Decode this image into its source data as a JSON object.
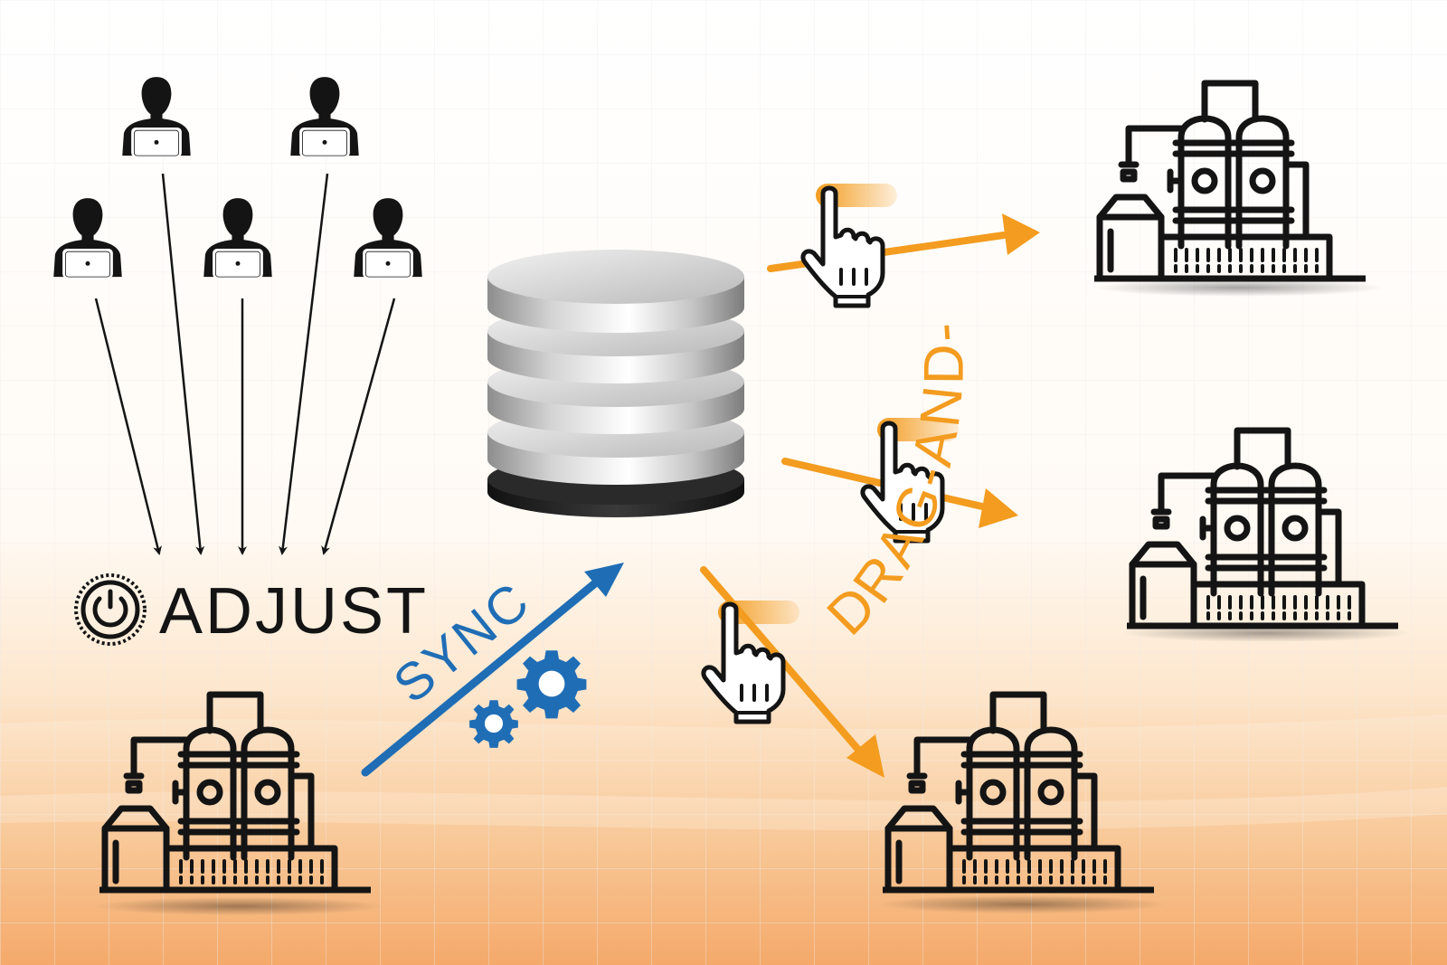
{
  "labels": {
    "adjust": "ADJUST",
    "sync": "SYNC",
    "drag_and_drop": "DRAG-AND-DROP"
  },
  "icons": {
    "user": "user-with-laptop-icon",
    "database": "database-icon",
    "plant": "process-plant-icon",
    "hand": "hand-pointer-drag-icon",
    "power": "power-icon",
    "gears": "gears-icon"
  },
  "colors": {
    "orange": "#F39C1F",
    "blue": "#1F6DB5",
    "black": "#141414",
    "background_top": "#FFFFFF",
    "background_bottom": "#F4A256"
  }
}
